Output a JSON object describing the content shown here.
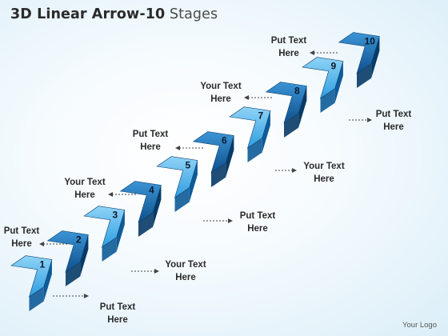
{
  "header": {
    "title_bold": "3D Linear Arrow",
    "title_sep": "-",
    "title_num": "10",
    "title_rest": " Stages"
  },
  "stages": [
    {
      "number": "1",
      "label": [
        "Put Text",
        "Here"
      ]
    },
    {
      "number": "2",
      "label": [
        "Put Text",
        "Here"
      ]
    },
    {
      "number": "3",
      "label": [
        "Your Text",
        "Here"
      ]
    },
    {
      "number": "4",
      "label": [
        "Your Text",
        "Here"
      ]
    },
    {
      "number": "5",
      "label": [
        "Put Text",
        "Here"
      ]
    },
    {
      "number": "6",
      "label": [
        "Put Text",
        "Here"
      ]
    },
    {
      "number": "7",
      "label": [
        "Your Text",
        "Here"
      ]
    },
    {
      "number": "8",
      "label": [
        "Your Text",
        "Here"
      ]
    },
    {
      "number": "9",
      "label": [
        "Put Text",
        "Here"
      ]
    },
    {
      "number": "10",
      "label": [
        "Put Text",
        "Here"
      ]
    }
  ],
  "footer": {
    "logo_text": "Your Logo"
  },
  "colors": {
    "light_top": "#8fd3f7",
    "light_bottom": "#2f9ee0",
    "dark_top": "#3b95d6",
    "dark_bottom": "#0f4f8c",
    "side_light": "#0d5b98",
    "side_dark": "#073a66",
    "leader": "#444444"
  }
}
